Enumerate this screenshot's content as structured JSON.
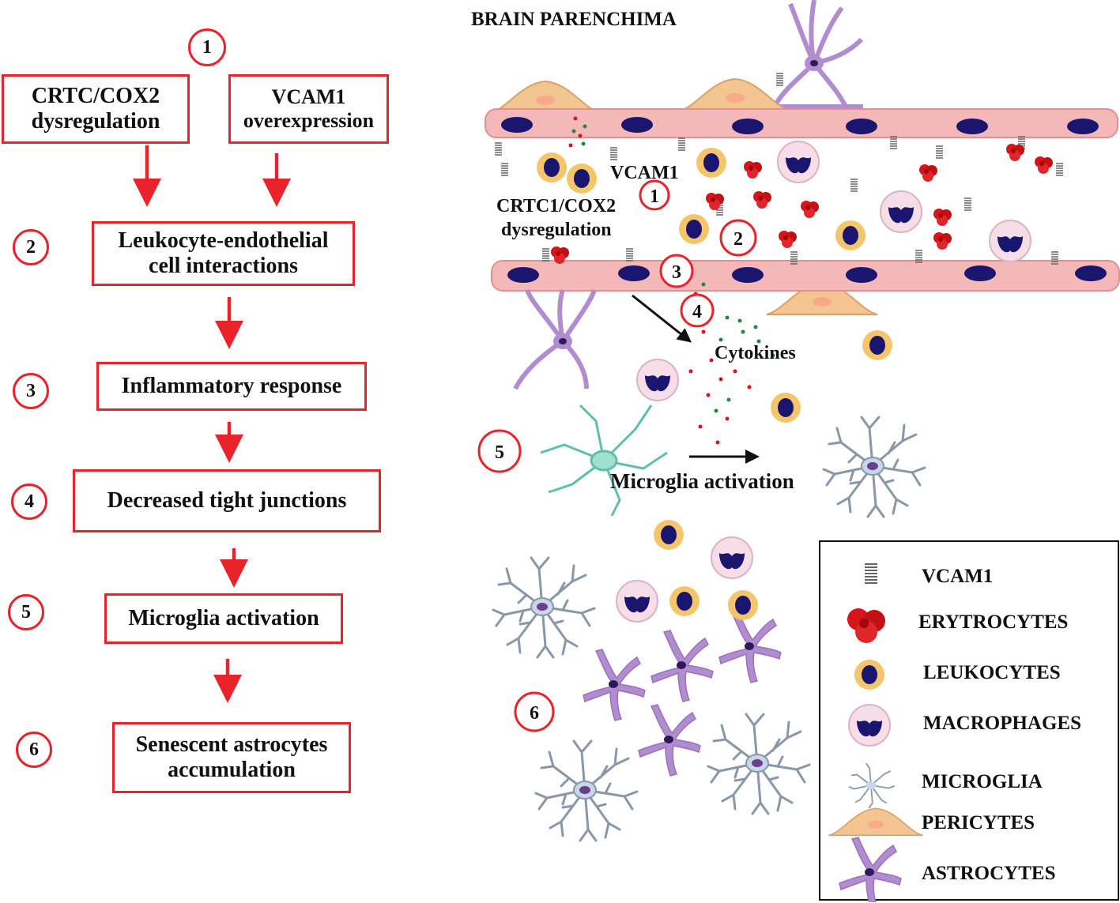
{
  "flowchart": {
    "steps": [
      {
        "number": "1",
        "label_a": "CRTC/COX2\ndysregulation",
        "label_b": "VCAM1\noverexpression"
      },
      {
        "number": "2",
        "label": "Leukocyte-endothelial\ncell interactions"
      },
      {
        "number": "3",
        "label": "Inflammatory response"
      },
      {
        "number": "4",
        "label": "Decreased tight junctions"
      },
      {
        "number": "5",
        "label": "Microglia activation"
      },
      {
        "number": "6",
        "label": "Senescent astrocytes\naccumulation"
      }
    ]
  },
  "illustration": {
    "title": "BRAIN PARENCHIMA",
    "vcam_label": "VCAM1",
    "crtc_label": "CRTC1/COX2\ndysregulation",
    "cytokines_label": "Cytokines",
    "microglia_label": "Microglia activation",
    "markers": [
      "1",
      "2",
      "3",
      "4",
      "5",
      "6"
    ]
  },
  "legend": {
    "items": [
      {
        "label": "VCAM1",
        "icon": "spring-icon"
      },
      {
        "label": "ERYTROCYTES",
        "icon": "erythrocyte-icon"
      },
      {
        "label": "LEUKOCYTES",
        "icon": "leukocyte-icon"
      },
      {
        "label": "MACROPHAGES",
        "icon": "macrophage-icon"
      },
      {
        "label": "MICROGLIA",
        "icon": "microglia-icon"
      },
      {
        "label": "PERICYTES",
        "icon": "pericyte-icon"
      },
      {
        "label": "ASTROCYTES",
        "icon": "astrocyte-icon"
      }
    ]
  },
  "colors": {
    "arrow_red": "#e8232a",
    "endothelium": "#f4b8b8",
    "nucleus": "#1a1670",
    "leukocyte": "#f5c56b",
    "astrocyte": "#b18ccf",
    "pericyte": "#f3c590",
    "microglia": "#8a97a8"
  }
}
